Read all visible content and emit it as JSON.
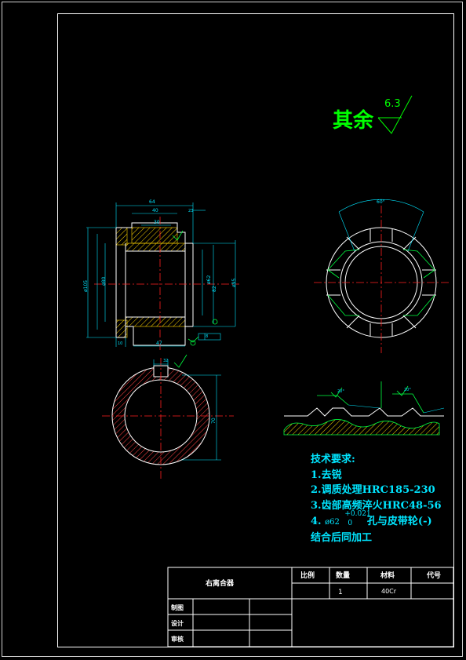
{
  "roughness": {
    "prefix": "其余",
    "value": "6.3"
  },
  "technical_requirements": {
    "title": "技术要求:",
    "items": [
      "1.去锐",
      "2.调质处理HRC185-230",
      "3.齿部高频淬火HRC48-56"
    ],
    "item4": {
      "num": "4.",
      "phi": "ø62",
      "upper": "+0.021",
      "lower": "0",
      "text": "孔与皮带轮(-)"
    },
    "item4_cont": "结合后同加工"
  },
  "dimensions": {
    "d64": "64",
    "d40": "40",
    "d30": "30",
    "d47": "47",
    "d10": "10",
    "d62": "ø62",
    "d80": "ø80",
    "d95": "ø95",
    "d105": "ø105",
    "d82": "82",
    "d8": "8",
    "d23": "23",
    "d60deg": "60°",
    "d20deg": "20°",
    "d20deg_b": "20°",
    "d70": "70",
    "d32": "32"
  },
  "title_block": {
    "part_name": "右离合器",
    "scale_label": "比例",
    "qty_label": "数量",
    "material_label": "材料",
    "code_label": "代号",
    "qty_value": "1",
    "material_value": "40Cr",
    "drawn_label": "制图",
    "design_label": "设计",
    "review_label": "审核"
  },
  "colors": {
    "dimension": "#00e5ff",
    "outline": "#ffffff",
    "centerline": "#ff2020",
    "hatch": "#ffd400",
    "annotation": "#00ff40",
    "roughness": "#00ff00"
  }
}
